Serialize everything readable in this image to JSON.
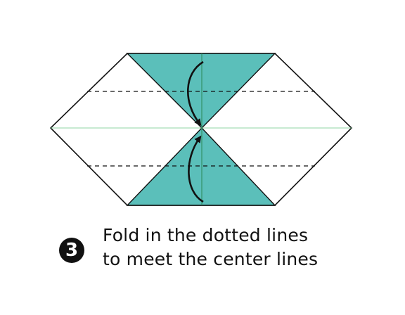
{
  "step": {
    "number": "3"
  },
  "instruction": {
    "line1": "Fold in the dotted lines",
    "line2": "to meet the center lines"
  },
  "colors": {
    "teal": "#5bbfba",
    "paper_white": "#ffffff",
    "outline": "#111111",
    "center_line": "#8fd6a6",
    "arrow": "#111111"
  }
}
